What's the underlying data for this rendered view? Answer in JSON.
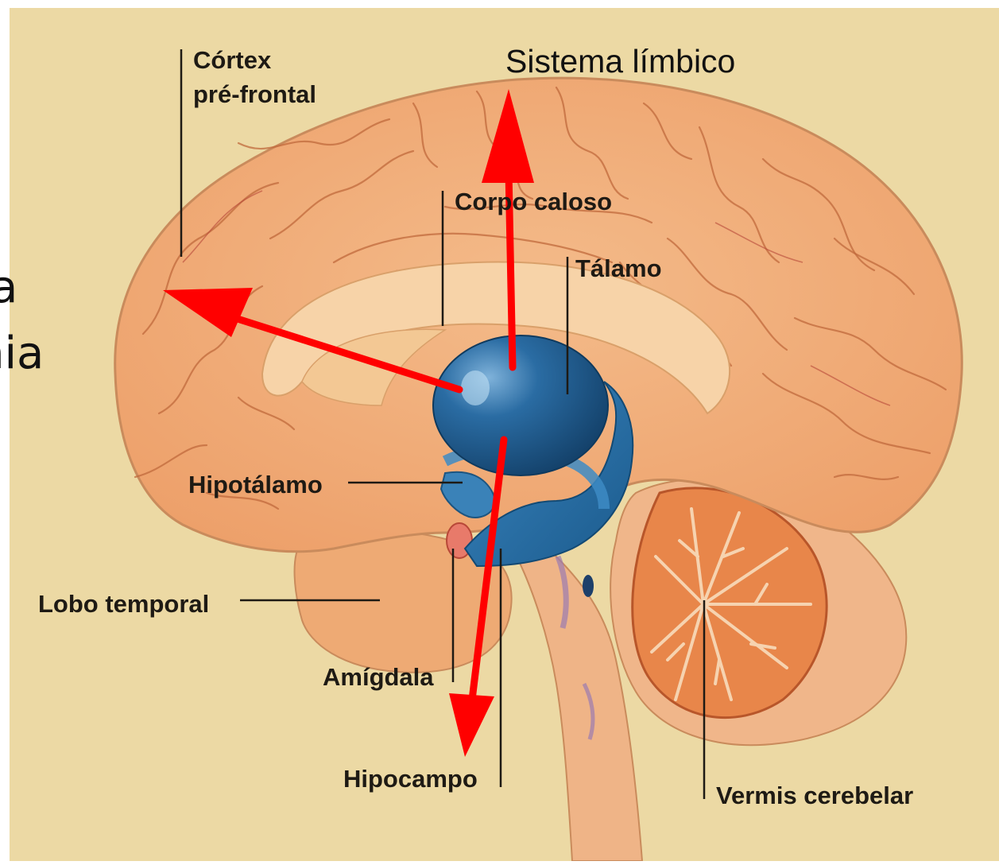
{
  "figure": {
    "title": "Sistema límbico",
    "side_text": [
      "a",
      "nia"
    ],
    "labels": {
      "cortex_prefrontal": [
        "Córtex",
        "pré-frontal"
      ],
      "corpo_caloso": "Corpo caloso",
      "talamo": "Tálamo",
      "hipotalamo": "Hipotálamo",
      "lobo_temporal": "Lobo temporal",
      "amigdala": "Amígdala",
      "hipocampo": "Hipocampo",
      "vermis_cerebelar": "Vermis cerebelar"
    }
  },
  "colors": {
    "background": "#ecd9a4",
    "brain": "#f0ac78",
    "limbic_blue": "#1d5f95",
    "arrows": "#ff0000",
    "cerebellum": "#e07a3e"
  }
}
